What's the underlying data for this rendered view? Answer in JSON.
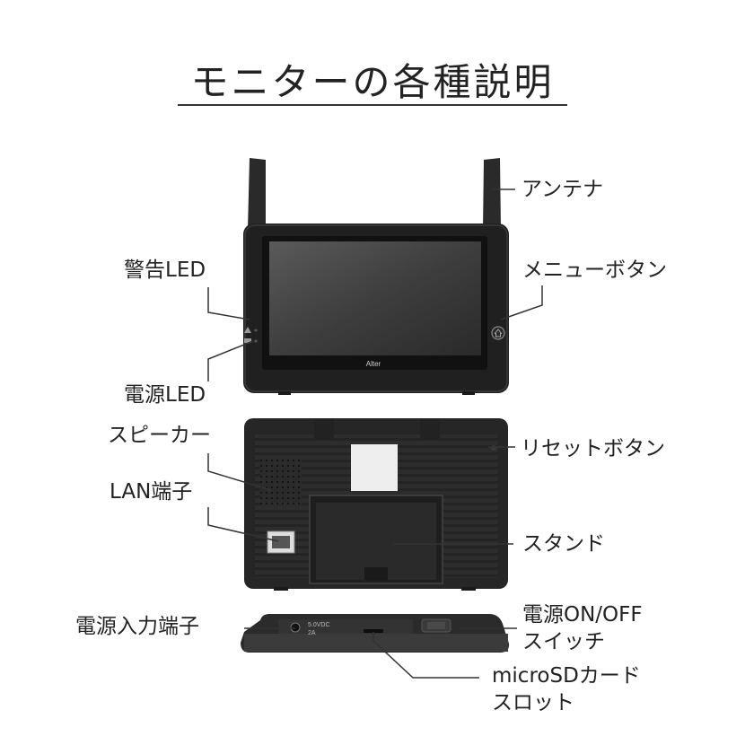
{
  "title": "モニターの各種説明",
  "device": {
    "brand": "Alter",
    "port_print_1": "5.0VDC",
    "port_print_2": "2A"
  },
  "labels": {
    "antenna": "アンテナ",
    "menu_button": "メニューボタン",
    "warning_led": "警告LED",
    "power_led": "電源LED",
    "speaker": "スピーカー",
    "reset_button": "リセットボタン",
    "lan_port": "LAN端子",
    "stand": "スタンド",
    "power_input": "電源入力端子",
    "power_switch_1": "電源ON/OFF",
    "power_switch_2": "スイッチ",
    "microsd_1": "microSDカード",
    "microsd_2": "スロット"
  }
}
